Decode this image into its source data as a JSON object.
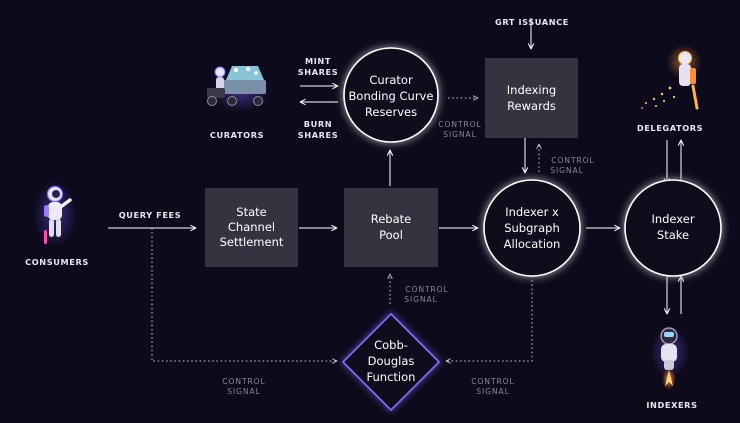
{
  "nodes": {
    "state_channel": [
      "State",
      "Channel",
      "Settlement"
    ],
    "rebate_pool": [
      "Rebate",
      "Pool"
    ],
    "indexing_rewards": [
      "Indexing",
      "Rewards"
    ],
    "curator_curve": [
      "Curator",
      "Bonding Curve",
      "Reserves"
    ],
    "allocation": [
      "Indexer x",
      "Subgraph",
      "Allocation"
    ],
    "indexer_stake": [
      "Indexer",
      "Stake"
    ],
    "cobb_douglas": [
      "Cobb-",
      "Douglas",
      "Function"
    ]
  },
  "actors": {
    "consumers": "CONSUMERS",
    "curators": "CURATORS",
    "delegators": "DELEGATORS",
    "indexers": "INDEXERS"
  },
  "flows": {
    "query_fees": "QUERY FEES",
    "grt_issuance": "GRT ISSUANCE",
    "mint_shares": [
      "MINT",
      "SHARES"
    ],
    "burn_shares": [
      "BURN",
      "SHARES"
    ],
    "control_signal": [
      "CONTROL",
      "SIGNAL"
    ]
  },
  "colors": {
    "background": "#0c0a1b",
    "box": "#35333f",
    "circle_stroke": "#ffffff",
    "diamond_stroke": "#8a6cff",
    "arrow": "#ffffff",
    "control_arrow": "#c9c6d3",
    "control_text": "#8b8798"
  }
}
